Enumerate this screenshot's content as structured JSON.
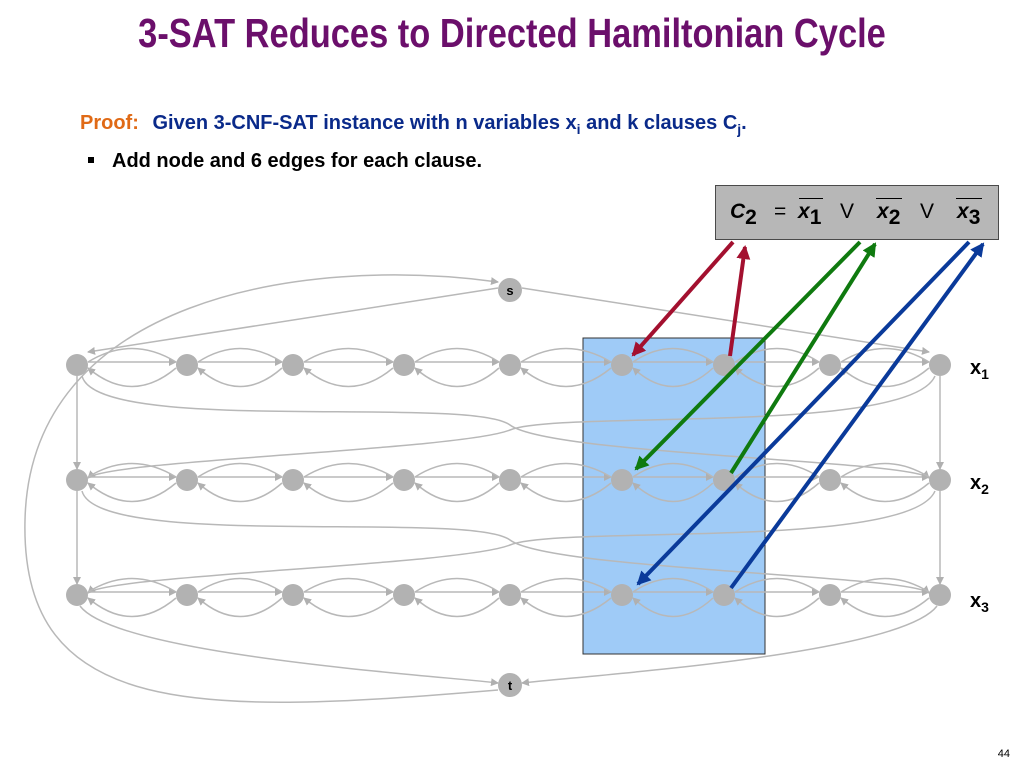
{
  "slide": {
    "title": "3-SAT Reduces to Directed Hamiltonian Cycle",
    "proof_label": "Proof:",
    "proof_text_a": "Given 3-CNF-SAT instance with n variables x",
    "proof_sub_i": "i",
    "proof_text_b": " and k clauses C",
    "proof_sub_j": "j",
    "proof_text_c": ".",
    "bullet": "Add node and 6 edges for each clause.",
    "page_number": "44"
  },
  "clause": {
    "name": "C",
    "name_sub": "2",
    "equals": "=",
    "lit1": "x",
    "lit1_sub": "1",
    "or1": "V",
    "lit2": "x",
    "lit2_sub": "2",
    "or2": "V",
    "lit3": "x",
    "lit3_sub": "3"
  },
  "graph": {
    "source_label": "s",
    "sink_label": "t",
    "rows": [
      {
        "label": "x",
        "sub": "1"
      },
      {
        "label": "x",
        "sub": "2"
      },
      {
        "label": "x",
        "sub": "3"
      }
    ]
  },
  "colors": {
    "title": "#6b0f6b",
    "proof_label": "#e06a16",
    "proof_text": "#0a2a8a",
    "clause_box": "#b7b7b7",
    "highlight": "#9fcbf7",
    "node": "#b2b2b2",
    "edge": "#b8b8b8",
    "x1_arrows": "#a3102f",
    "x2_arrows": "#0f7a0f",
    "x3_arrows": "#0a3a9a"
  }
}
